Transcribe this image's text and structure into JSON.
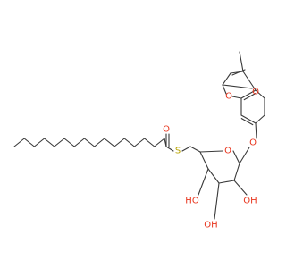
{
  "molecule": {
    "colors": {
      "bond": "#3a3a3a",
      "oxygen": "#e8341c",
      "sulfur": "#b8a400"
    },
    "labels": {
      "carbonyl_o": "O",
      "thioester_s": "S",
      "ring_o": "O",
      "glycosidic_o": "O",
      "lactone_ring_o": "O",
      "lactone_carbonyl_o": "O",
      "oh_c4": "HO",
      "oh_c3": "OH",
      "oh_c2": "OH"
    }
  }
}
